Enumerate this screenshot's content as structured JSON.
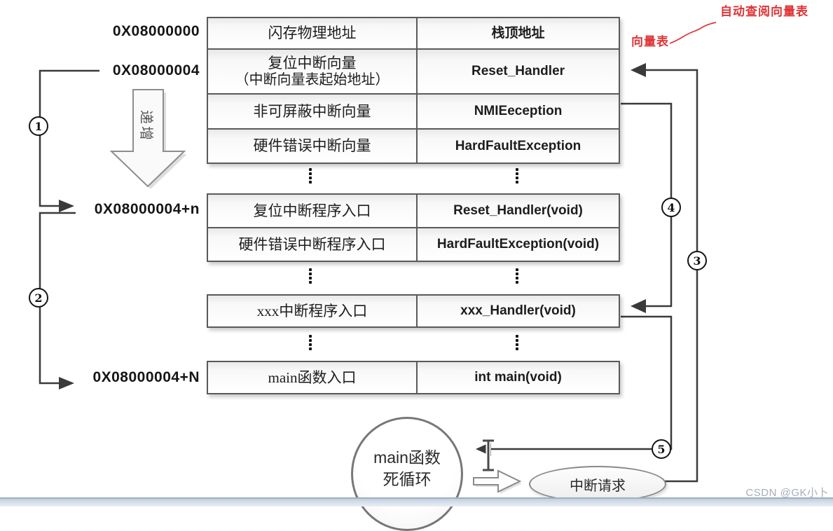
{
  "annotations": {
    "auto_lookup": "自动查阅向量表",
    "vector_table_label": "向量表"
  },
  "addresses": {
    "a0": "0X08000000",
    "a1": "0X08000004",
    "a2": "0X08000004+n",
    "a3": "0X08000004+N"
  },
  "increment_label": "递增",
  "vector_table": {
    "blocks": [
      {
        "rows": [
          {
            "left": "闪存物理地址",
            "right": "栈顶地址"
          },
          {
            "left": "复位中断向量",
            "left2": "（中断向量表起始地址）",
            "right": "Reset_Handler"
          },
          {
            "left": "非可屏蔽中断向量",
            "right": "NMIEeception"
          },
          {
            "left": "硬件错误中断向量",
            "right": "HardFaultException"
          }
        ]
      },
      {
        "rows": [
          {
            "left": "复位中断程序入口",
            "right": "Reset_Handler(void)"
          },
          {
            "left": "硬件错误中断程序入口",
            "right": "HardFaultException(void)"
          }
        ]
      },
      {
        "rows": [
          {
            "left": "xxx中断程序入口",
            "right": "xxx_Handler(void)"
          }
        ]
      },
      {
        "rows": [
          {
            "left": "main函数入口",
            "right": "int main(void)"
          }
        ]
      }
    ]
  },
  "steps": {
    "s1": "1",
    "s2": "2",
    "s3": "3",
    "s4": "4",
    "s5": "5"
  },
  "flow": {
    "main_line1": "main函数",
    "main_line2": "死循环",
    "interrupt_request": "中断请求"
  },
  "watermark": "CSDN @GK小卜",
  "colors": {
    "annotation_red": "#e03336",
    "line": "#3a3a3a",
    "table_border": "#5a5a5a",
    "bottom_bar": "#d9e2ec"
  }
}
